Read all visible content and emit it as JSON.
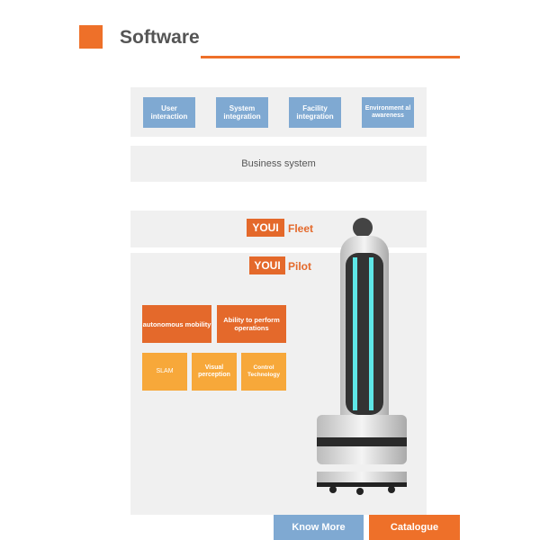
{
  "header": {
    "title": "Software"
  },
  "top_panel": {
    "items": [
      "User interaction",
      "System integration",
      "Facility integration",
      "Environment al awareness"
    ]
  },
  "business": {
    "label": "Business system"
  },
  "fleet": {
    "brand": "YOUI",
    "label": "Fleet"
  },
  "pilot": {
    "brand": "YOUI",
    "label": "Pilot",
    "capabilities": [
      "autonomous mobility",
      "Ability to perform operations"
    ],
    "technologies": [
      "SLAM",
      "Visual perception",
      "Control Technology"
    ]
  },
  "buttons": {
    "know_more": "Know More",
    "catalogue": "Catalogue"
  },
  "colors": {
    "accent": "#ee7029",
    "blue": "#7fa9d2",
    "yellow": "#f7a83a"
  }
}
